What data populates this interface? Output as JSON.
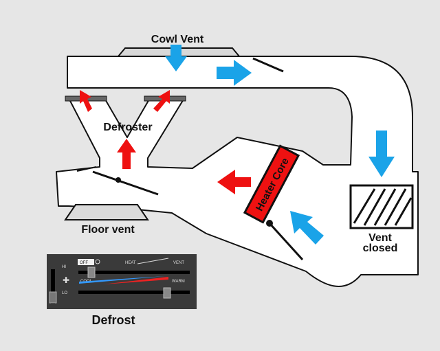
{
  "labels": {
    "cowl_vent": "Cowl Vent",
    "defroster": "Defroster",
    "floor_vent": "Floor vent",
    "heater_core": "Heater Core",
    "vent_closed_line1": "Vent",
    "vent_closed_line2": "closed",
    "mode_caption": "Defrost"
  },
  "control_panel": {
    "fan_hi": "HI",
    "fan_lo": "LO",
    "mode_off": "OFF",
    "mode_heat": "HEAT",
    "mode_vent": "VENT",
    "temp_cool": "COOL",
    "temp_warm": "WARM"
  },
  "colors": {
    "background": "#e6e6e6",
    "duct_fill": "#ffffff",
    "duct_stroke": "#111111",
    "fresh_air": "#1aa3e8",
    "hot_air": "#ee1111",
    "heater_core_fill": "#ee1111"
  }
}
